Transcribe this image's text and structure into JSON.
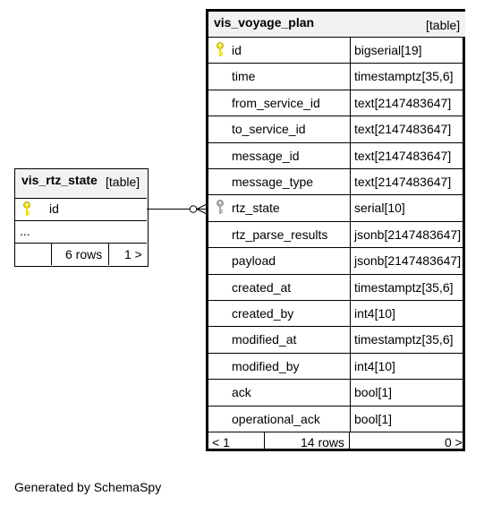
{
  "tables": {
    "main": {
      "name": "vis_voyage_plan",
      "kind": "[table]",
      "columns": [
        {
          "name": "id",
          "type": "bigserial[19]",
          "key": "primary"
        },
        {
          "name": "time",
          "type": "timestamptz[35,6]",
          "key": ""
        },
        {
          "name": "from_service_id",
          "type": "text[2147483647]",
          "key": ""
        },
        {
          "name": "to_service_id",
          "type": "text[2147483647]",
          "key": ""
        },
        {
          "name": "message_id",
          "type": "text[2147483647]",
          "key": ""
        },
        {
          "name": "message_type",
          "type": "text[2147483647]",
          "key": ""
        },
        {
          "name": "rtz_state",
          "type": "serial[10]",
          "key": "foreign"
        },
        {
          "name": "rtz_parse_results",
          "type": "jsonb[2147483647]",
          "key": ""
        },
        {
          "name": "payload",
          "type": "jsonb[2147483647]",
          "key": ""
        },
        {
          "name": "created_at",
          "type": "timestamptz[35,6]",
          "key": ""
        },
        {
          "name": "created_by",
          "type": "int4[10]",
          "key": ""
        },
        {
          "name": "modified_at",
          "type": "timestamptz[35,6]",
          "key": ""
        },
        {
          "name": "modified_by",
          "type": "int4[10]",
          "key": ""
        },
        {
          "name": "ack",
          "type": "bool[1]",
          "key": ""
        },
        {
          "name": "operational_ack",
          "type": "bool[1]",
          "key": ""
        }
      ],
      "footer": {
        "parents": "< 1",
        "rows": "14 rows",
        "children": "0 >"
      }
    },
    "related": {
      "name": "vis_rtz_state",
      "kind": "[table]",
      "columns": [
        {
          "name": "id",
          "key": "primary"
        }
      ],
      "more": "...",
      "footer": {
        "rows": "6 rows",
        "children": "1 >"
      }
    }
  },
  "footer_text": "Generated by SchemaSpy",
  "colors": {
    "primary_key": "#f0e000",
    "foreign_key": "#a8a8a8",
    "header_bg": "#f2f2f2",
    "line": "#000000"
  }
}
